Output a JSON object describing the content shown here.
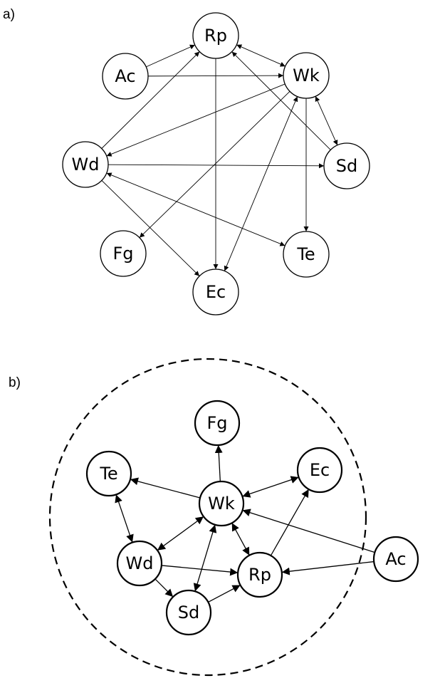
{
  "panels": [
    {
      "id": "a",
      "label": "a)",
      "nodes": [
        {
          "id": "Rp",
          "label": "Rp"
        },
        {
          "id": "Ac",
          "label": "Ac"
        },
        {
          "id": "Wk",
          "label": "Wk"
        },
        {
          "id": "Wd",
          "label": "Wd"
        },
        {
          "id": "Sd",
          "label": "Sd"
        },
        {
          "id": "Fg",
          "label": "Fg"
        },
        {
          "id": "Te",
          "label": "Te"
        },
        {
          "id": "Ec",
          "label": "Ec"
        }
      ],
      "edges": [
        {
          "from": "Ac",
          "to": "Rp",
          "dir": "forward"
        },
        {
          "from": "Ac",
          "to": "Wk",
          "dir": "forward"
        },
        {
          "from": "Rp",
          "to": "Wk",
          "dir": "both"
        },
        {
          "from": "Rp",
          "to": "Ec",
          "dir": "forward"
        },
        {
          "from": "Wd",
          "to": "Rp",
          "dir": "forward"
        },
        {
          "from": "Sd",
          "to": "Rp",
          "dir": "forward"
        },
        {
          "from": "Wk",
          "to": "Wd",
          "dir": "forward"
        },
        {
          "from": "Wk",
          "to": "Fg",
          "dir": "forward"
        },
        {
          "from": "Wk",
          "to": "Te",
          "dir": "forward"
        },
        {
          "from": "Wk",
          "to": "Ec",
          "dir": "both"
        },
        {
          "from": "Wk",
          "to": "Sd",
          "dir": "both"
        },
        {
          "from": "Wd",
          "to": "Sd",
          "dir": "forward"
        },
        {
          "from": "Wd",
          "to": "Ec",
          "dir": "forward"
        },
        {
          "from": "Wd",
          "to": "Te",
          "dir": "both"
        }
      ]
    },
    {
      "id": "b",
      "label": "b)",
      "nodes": [
        {
          "id": "Fg",
          "label": "Fg"
        },
        {
          "id": "Te",
          "label": "Te"
        },
        {
          "id": "Ec",
          "label": "Ec"
        },
        {
          "id": "Wk",
          "label": "Wk"
        },
        {
          "id": "Wd",
          "label": "Wd"
        },
        {
          "id": "Rp",
          "label": "Rp"
        },
        {
          "id": "Ac",
          "label": "Ac"
        },
        {
          "id": "Sd",
          "label": "Sd"
        }
      ],
      "edges": [
        {
          "from": "Wk",
          "to": "Fg",
          "dir": "forward"
        },
        {
          "from": "Wk",
          "to": "Te",
          "dir": "forward"
        },
        {
          "from": "Wk",
          "to": "Ec",
          "dir": "both"
        },
        {
          "from": "Te",
          "to": "Wd",
          "dir": "both"
        },
        {
          "from": "Wk",
          "to": "Wd",
          "dir": "both"
        },
        {
          "from": "Wk",
          "to": "Rp",
          "dir": "both"
        },
        {
          "from": "Wk",
          "to": "Sd",
          "dir": "both"
        },
        {
          "from": "Wd",
          "to": "Rp",
          "dir": "forward"
        },
        {
          "from": "Wd",
          "to": "Sd",
          "dir": "forward"
        },
        {
          "from": "Sd",
          "to": "Rp",
          "dir": "forward"
        },
        {
          "from": "Rp",
          "to": "Ec",
          "dir": "forward"
        },
        {
          "from": "Ac",
          "to": "Wk",
          "dir": "forward"
        },
        {
          "from": "Ac",
          "to": "Rp",
          "dir": "forward"
        }
      ]
    }
  ]
}
